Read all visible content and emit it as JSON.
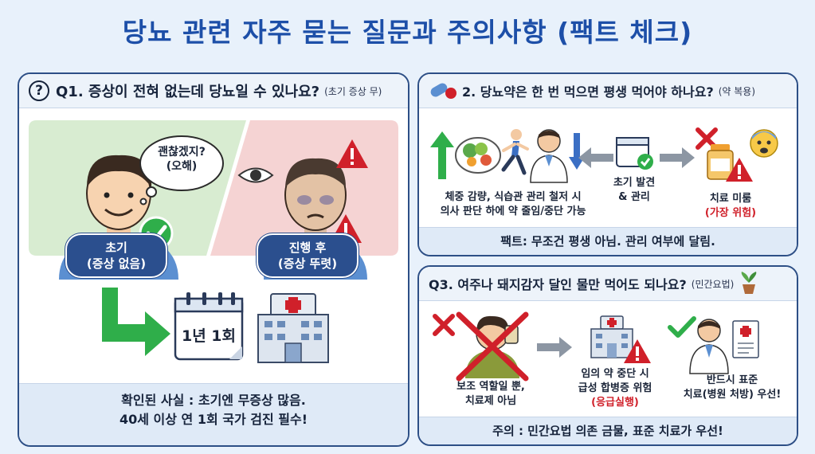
{
  "title": "당뇨 관련 자주 묻는 질문과 주의사항 (팩트 체크)",
  "q1": {
    "heading": "Q1. 증상이 전혀 없는데 당뇨일 수 있나요?",
    "sub": "(초기 증상 무)",
    "bubble_line1": "괜찮겠지?",
    "bubble_line2": "(오해)",
    "early_line1": "초기",
    "early_line2": "(증상 없음)",
    "late_line1": "진행 후",
    "late_line2": "(증상 뚜렷)",
    "calendar_text": "1년 1회",
    "fact_line1": "확인된 사실 : 초기엔 무증상 많음.",
    "fact_line2": "40세 이상 연 1회 국가 검진 필수!"
  },
  "q2": {
    "heading": "2. 당뇨약은 한 번 먹으면 평생 먹어야 하나요?",
    "sub": "(약 복용)",
    "left_line1": "체중 감량, 식습관 관리 철저 시",
    "left_line2": "의사 판단 하에 약 줄임/중단 가능",
    "mid_line1": "초기 발견",
    "mid_line2": "& 관리",
    "right_line1": "치료 미룸",
    "right_line2": "(가장 위험)",
    "fact": "팩트: 무조건 평생 아님. 관리 여부에 달림."
  },
  "q3": {
    "heading": "Q3. 여주나 돼지감자 달인 물만 먹어도 되나요?",
    "sub": "(민간요법)",
    "left_line1": "보조 역할일 뿐,",
    "left_line2": "치료제 아님",
    "mid_line1": "임의 약 중단 시",
    "mid_line2": "급성 합병증 위험",
    "mid_line3": "(응급실행)",
    "right_line1": "반드시 표준",
    "right_line2": "치료(병원 처방) 우선!",
    "fact": "주의 : 민간요법 의존 금물, 표준 치료가 우선!"
  },
  "colors": {
    "title": "#1d4fa8",
    "pill": "#2b4f8e",
    "warning": "#d0202a",
    "check": "#2fae4a",
    "early_bg": "#d8ecd1",
    "late_bg": "#f5d3d3"
  }
}
